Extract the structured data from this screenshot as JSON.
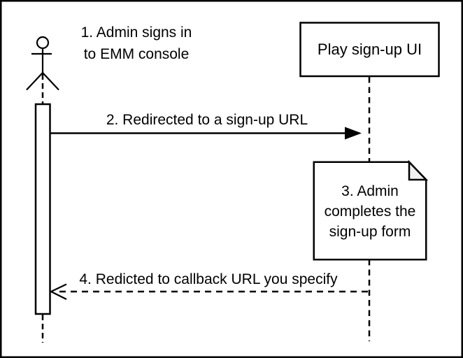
{
  "diagram": {
    "type": "sequence-diagram",
    "actor": {
      "label_lines": [
        "1. Admin signs in",
        "to EMM console"
      ]
    },
    "participant": {
      "label": "Play sign-up UI"
    },
    "messages": [
      {
        "label": "2. Redirected to a sign-up URL",
        "style": "solid",
        "direction": "right"
      },
      {
        "label": "4. Redicted to callback URL you specify",
        "style": "dashed",
        "direction": "left"
      }
    ],
    "note": {
      "label_lines": [
        "3. Admin",
        "completes the",
        "sign-up form"
      ]
    },
    "colors": {
      "stroke": "#000000",
      "background": "#ffffff",
      "note_fill": "#ffffff",
      "note_fold": "#f0f0f0"
    }
  }
}
